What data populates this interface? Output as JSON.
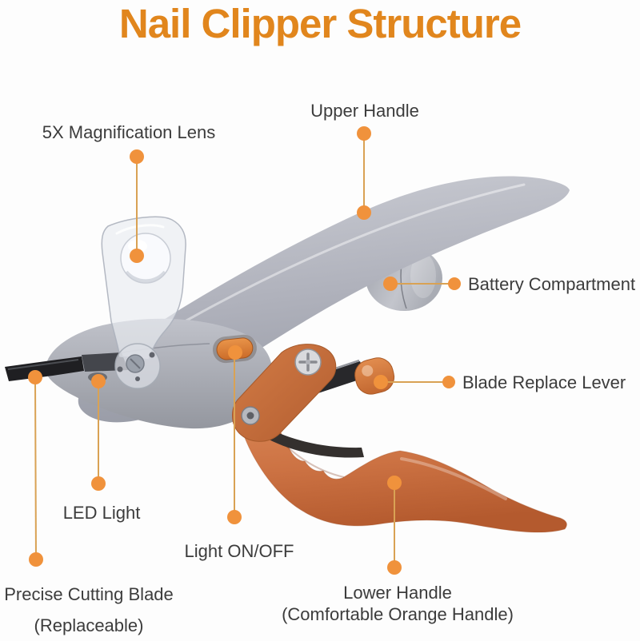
{
  "title": "Nail Clipper Structure",
  "colors": {
    "bg": "#fdfdfd",
    "title": "#e1861d",
    "label": "#3c3c3c",
    "line": "#d9a254",
    "dot": "#f0923c",
    "body_gray": "#aeb0ba",
    "handle_orange": "#cc7243"
  },
  "labels": {
    "lens": "5X Magnification Lens",
    "upper_handle": "Upper Handle",
    "battery": "Battery Compartment",
    "lever": "Blade Replace Lever",
    "led": "LED Light",
    "light_switch": "Light ON/OFF",
    "blade_line1": "Precise Cutting Blade",
    "blade_line2": "(Replaceable)",
    "lower_line1": "Lower Handle",
    "lower_line2": "(Comfortable Orange Handle)"
  }
}
